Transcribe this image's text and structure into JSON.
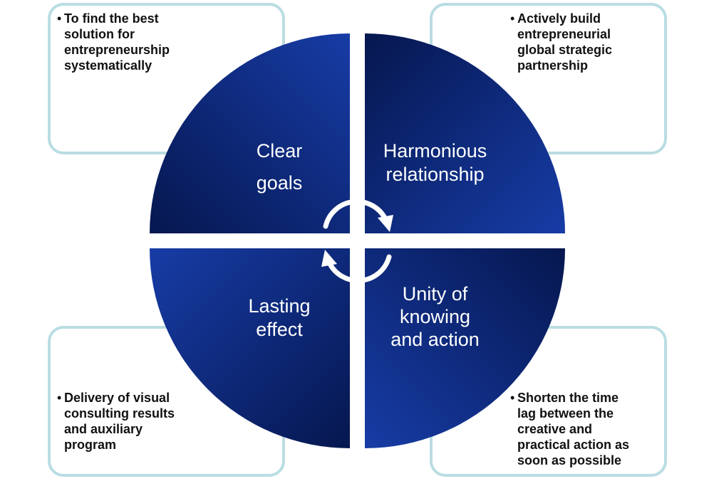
{
  "diagram": {
    "quadrants": [
      {
        "key": "top_left",
        "label": "Clear\ngoals"
      },
      {
        "key": "top_right",
        "label": "Harmonious\nrelationship"
      },
      {
        "key": "bottom_left",
        "label": "Lasting\neffect"
      },
      {
        "key": "bottom_right",
        "label": "Unity of\nknowing\nand  action"
      }
    ],
    "notes": [
      {
        "key": "top_left",
        "text": "To find the best\nsolution for\nentrepreneurship\nsystematically"
      },
      {
        "key": "top_right",
        "text": "Actively build\nentrepreneurial\nglobal strategic\npartnership"
      },
      {
        "key": "bottom_left",
        "text": "Delivery of visual\nconsulting results\nand auxiliary\nprogram"
      },
      {
        "key": "bottom_right",
        "text": "Shorten the time\nlag between the\ncreative and\npractical action as\nsoon as possible"
      }
    ],
    "colors": {
      "quadrant_dark": "#06174f",
      "quadrant_light": "#173ca6",
      "card_border": "#b9dde2",
      "cycle_arrows": "#ffffff"
    },
    "icons": [
      "cycle-arrow-icon"
    ]
  }
}
